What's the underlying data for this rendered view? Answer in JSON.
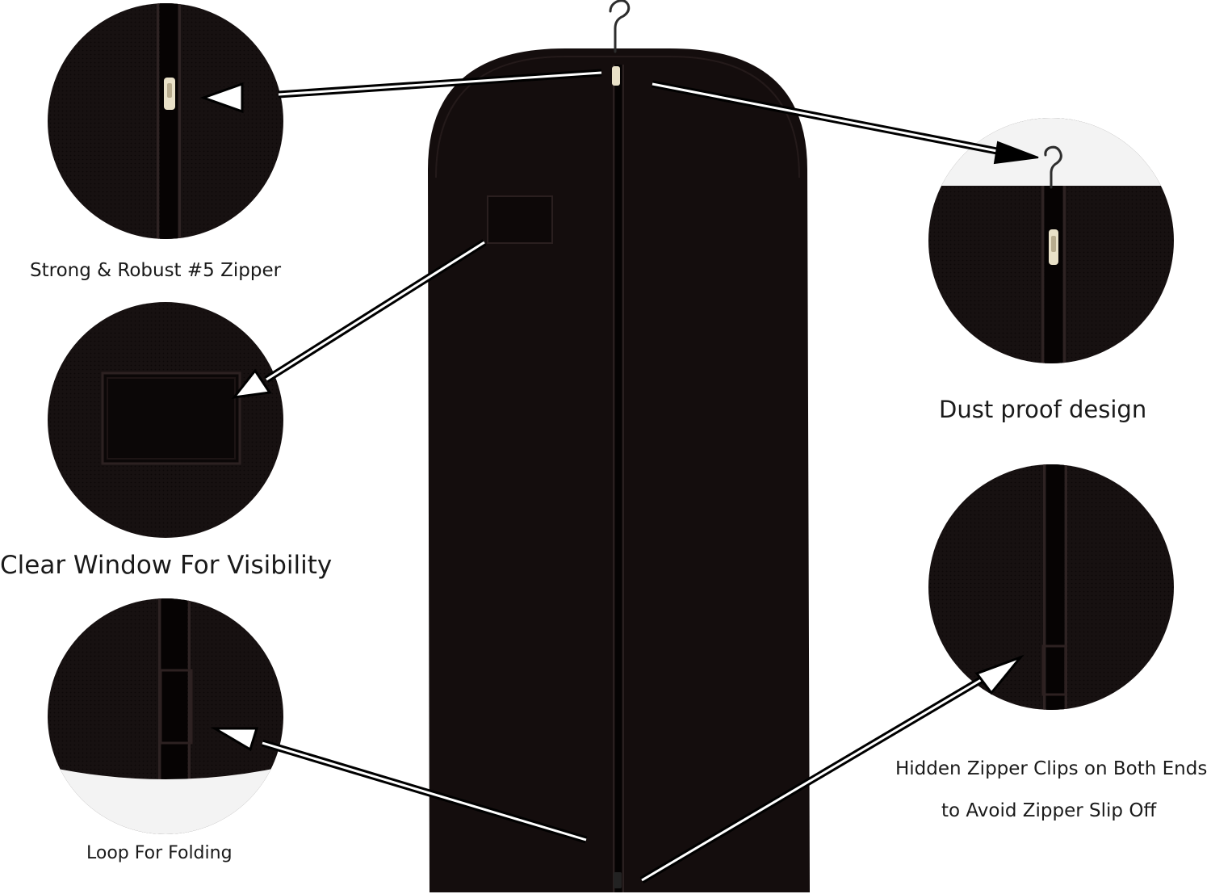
{
  "callouts": {
    "zipper": "Strong & Robust #5 Zipper",
    "window": "Clear Window For Visibility",
    "loop": "Loop For Folding",
    "dust": "Dust proof design",
    "hidden_line1": "Hidden Zipper Clips on Both Ends",
    "hidden_line2": "to Avoid Zipper Slip Off"
  },
  "colors": {
    "bag": "#140d0d",
    "background": "#ffffff",
    "text": "#1a1a1a",
    "zipper_pull": "#e9e1c8"
  },
  "icons": {
    "hanger": "hanger-icon",
    "zipper_pull": "zipper-pull-icon"
  }
}
